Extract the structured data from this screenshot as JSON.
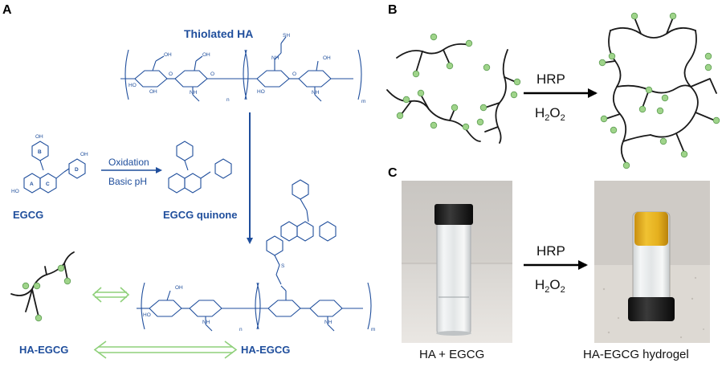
{
  "panels": {
    "a": "A",
    "b": "B",
    "c": "C"
  },
  "panel_a": {
    "thiolated_ha_title": "Thiolated HA",
    "egcg_label": "EGCG",
    "egcg_quinone_label": "EGCG quinone",
    "oxidation_label": "Oxidation",
    "basic_ph_label": "Basic pH",
    "ha_egcg_left": "HA-EGCG",
    "ha_egcg_right": "HA-EGCG",
    "ring_labels": [
      "A",
      "B",
      "C",
      "D"
    ],
    "atoms": {
      "oh": "OH",
      "ho": "HO",
      "o": "O",
      "nh": "NH",
      "sh": "SH",
      "s": "S",
      "n": "n",
      "m": "m"
    }
  },
  "panel_b": {
    "reagent_top": "HRP",
    "reagent_bottom_main": "H",
    "reagent_bottom_sub1": "2",
    "reagent_bottom_mid": "O",
    "reagent_bottom_sub2": "2"
  },
  "panel_c": {
    "reagent_top": "HRP",
    "reagent_bottom_main": "H",
    "reagent_bottom_sub1": "2",
    "reagent_bottom_mid": "O",
    "reagent_bottom_sub2": "2",
    "left_caption": "HA + EGCG",
    "right_caption": "HA-EGCG hydrogel"
  },
  "colors": {
    "structure_blue": "#1f4e9c",
    "node_green": "#9fd48a",
    "equilibrium_arrow_green": "#8fd07a",
    "gel_yellow": "#e3b21c",
    "vial_cap": "#1b1b1b"
  }
}
